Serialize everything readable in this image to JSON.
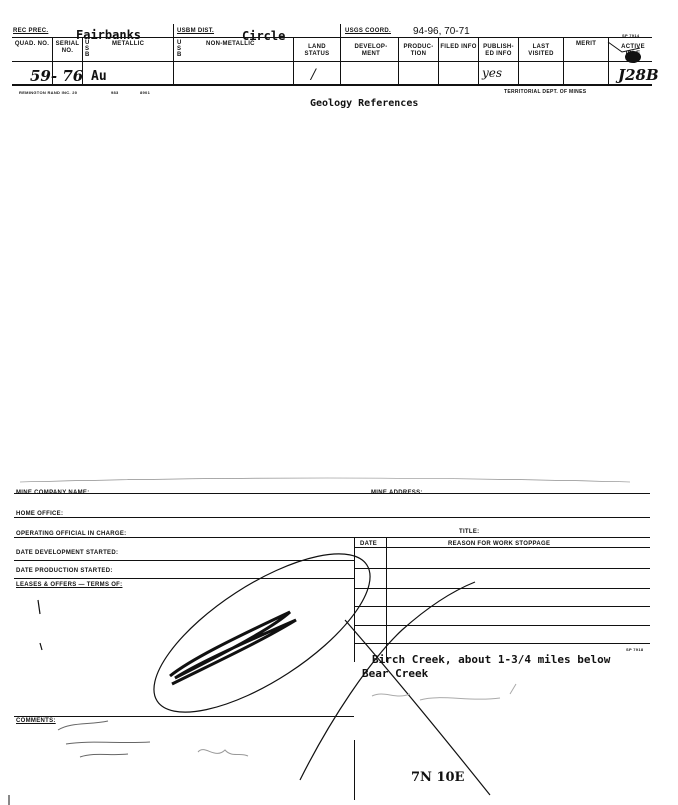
{
  "header": {
    "rec_prec_label": "REC PREC.",
    "rec_prec_value": "Fairbanks",
    "usbm_dist_label": "USBM DIST.",
    "usbm_dist_value": "Circle",
    "usgs_coord_label": "USGS COORD.",
    "usgs_coord_value": "94-96, 70-71",
    "form_number": "SP 7914",
    "columns": {
      "quad_no": "QUAD. NO.",
      "serial_no": "SERIAL NO.",
      "usb_metallic": "U S B",
      "metallic": "METALLIC",
      "usb_nonmetallic": "U S B",
      "nonmetallic": "NON-METALLIC",
      "land_status": "LAND STATUS",
      "development": "DEVELOP- MENT",
      "production": "PRODUC- TION",
      "filed_info": "FILED INFO",
      "published_info": "PUBLISH- ED INFO",
      "last_visited": "LAST VISITED",
      "merit": "MERIT",
      "active_idle": "ACTIVE IDLE"
    },
    "row": {
      "quad_serial": "59- 76",
      "metallic": "Au",
      "land_status": "/",
      "published_info": "yes",
      "active_idle": "J28B"
    },
    "printer_left": "REMINGTON RAND INC. 20",
    "printer_mid1": "983",
    "printer_mid2": "8901",
    "printer_right": "TERRITORIAL DEPT. OF MINES"
  },
  "title": "Geology References",
  "lower": {
    "mine_company_name": "MINE COMPANY NAME:",
    "mine_address": "MINE ADDRESS:",
    "home_office": "HOME OFFICE:",
    "operating_official": "OPERATING OFFICIAL IN CHARGE:",
    "title_label": "TITLE:",
    "date_header": "DATE",
    "reason_header": "REASON FOR WORK STOPPAGE",
    "date_dev_started": "DATE DEVELOPMENT STARTED:",
    "date_prod_started": "DATE PRODUCTION STARTED:",
    "leases_offers": "LEASES & OFFERS — TERMS OF:",
    "form_number2": "SP 7918",
    "location_line1": "Birch Creek, about 1-3/4 miles below",
    "location_line2": "Bear Creek",
    "comments": "COMMENTS:",
    "handwritten_bottom": "7N 10E"
  }
}
